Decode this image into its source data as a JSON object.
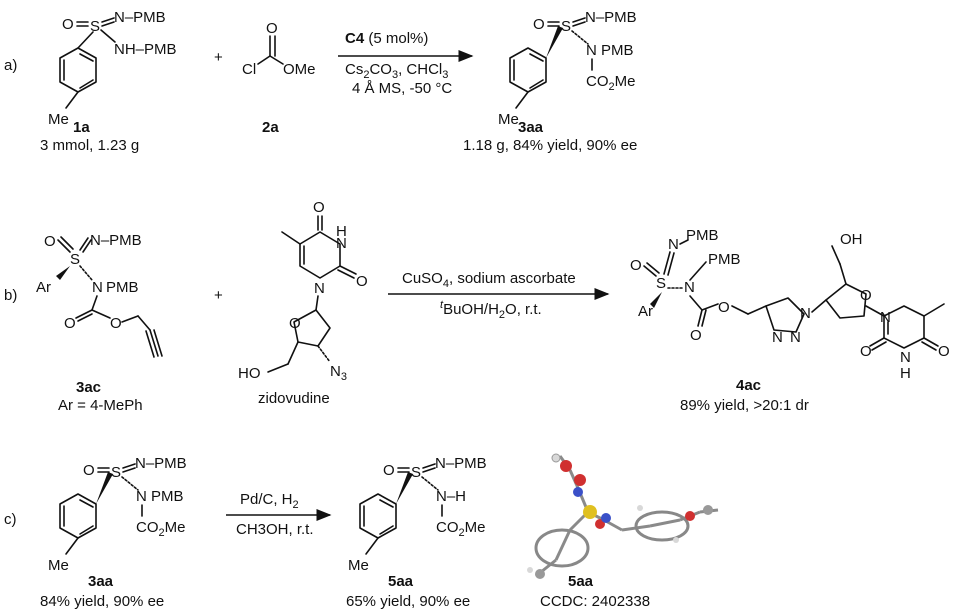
{
  "part_a": {
    "label": "a)",
    "plus": "+",
    "cond_catalyst_bold": "C4",
    "cond_catalyst_rest": " (5 mol%)",
    "cond_base_1": "Cs",
    "cond_base_sub1": "2",
    "cond_base_2": "CO",
    "cond_base_sub2": "3",
    "cond_base_3": ", CHCl",
    "cond_base_sub3": "3",
    "cond_temp": "4 Å MS, -50 °C",
    "sm1_id": "1a",
    "sm1_note": "3 mmol, 1.23 g",
    "sm2_id": "2a",
    "prod_id": "3aa",
    "prod_note": "1.18 g, 84% yield, 90% ee"
  },
  "part_b": {
    "label": "b)",
    "plus": "+",
    "cond_1a": "CuSO",
    "cond_1sub": "4",
    "cond_1b": ", sodium ascorbate",
    "cond_2sup": "t",
    "cond_2a": "BuOH/H",
    "cond_2sub": "2",
    "cond_2b": "O, r.t.",
    "sm1_id": "3ac",
    "sm1_note": "Ar = 4-MePh",
    "sm2_name": "zidovudine",
    "prod_id": "4ac",
    "prod_note": "89% yield, >20:1 dr"
  },
  "part_c": {
    "label": "c)",
    "cond_1a": "Pd/C, H",
    "cond_1sub": "2",
    "cond_2": "CH3OH, r.t.",
    "sm_id": "3aa",
    "sm_note": "84% yield, 90% ee",
    "prod_id": "5aa",
    "prod_note": "65% yield, 90% ee",
    "xray_id": "5aa",
    "xray_note": "CCDC: 2402338"
  },
  "atoms": {
    "O": "O",
    "N": "N",
    "S": "S",
    "H": "H",
    "Cl": "Cl",
    "Me": "Me",
    "PMB": "PMB",
    "NPMB": "N–PMB",
    "NHPMB": "NH–PMB",
    "NH": "N–H",
    "OMe": "OMe",
    "CO2Me_a": "CO",
    "CO2Me_sub": "2",
    "CO2Me_b": "Me",
    "Ar": "Ar",
    "OH": "OH",
    "HO": "HO",
    "N3_a": "N",
    "N3_sub": "3",
    "N3_b": "N",
    "NH_ring": "N",
    "H_ring": "H"
  }
}
